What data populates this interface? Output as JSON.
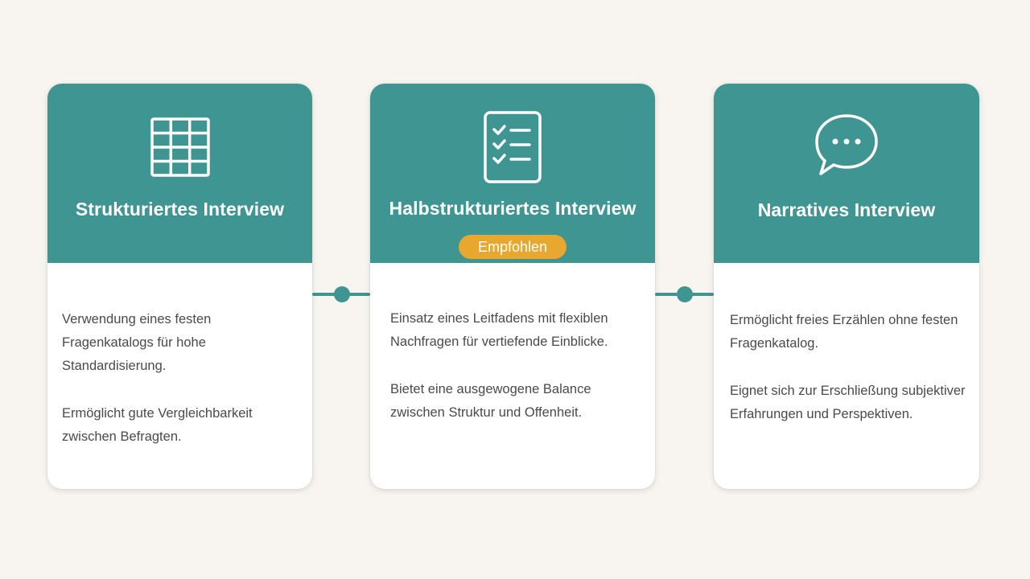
{
  "colors": {
    "background": "#f8f5f0",
    "card_header": "#3f9591",
    "connector": "#3f9591",
    "badge": "#e8a72f",
    "body_text": "#4a4a4a"
  },
  "cards": [
    {
      "icon": "grid-icon",
      "title": "Strukturiertes Interview",
      "paragraphs": [
        "Verwendung eines festen Fragenkatalogs für hohe Standardisierung.",
        "Ermöglicht gute Vergleichbarkeit zwischen Befragten."
      ]
    },
    {
      "icon": "checklist-icon",
      "title": "Halbstrukturiertes Interview",
      "badge": "Empfohlen",
      "paragraphs": [
        "Einsatz eines Leitfadens mit flexiblen Nachfragen für vertiefende Einblicke.",
        "Bietet eine ausgewogene Balance zwischen Struktur und Offenheit."
      ]
    },
    {
      "icon": "speech-bubble-icon",
      "title": "Narratives Interview",
      "paragraphs": [
        "Ermöglicht freies Erzählen ohne festen Fragenkatalog.",
        "Eignet sich zur Erschließung subjektiver Erfahrungen und Perspektiven."
      ]
    }
  ]
}
